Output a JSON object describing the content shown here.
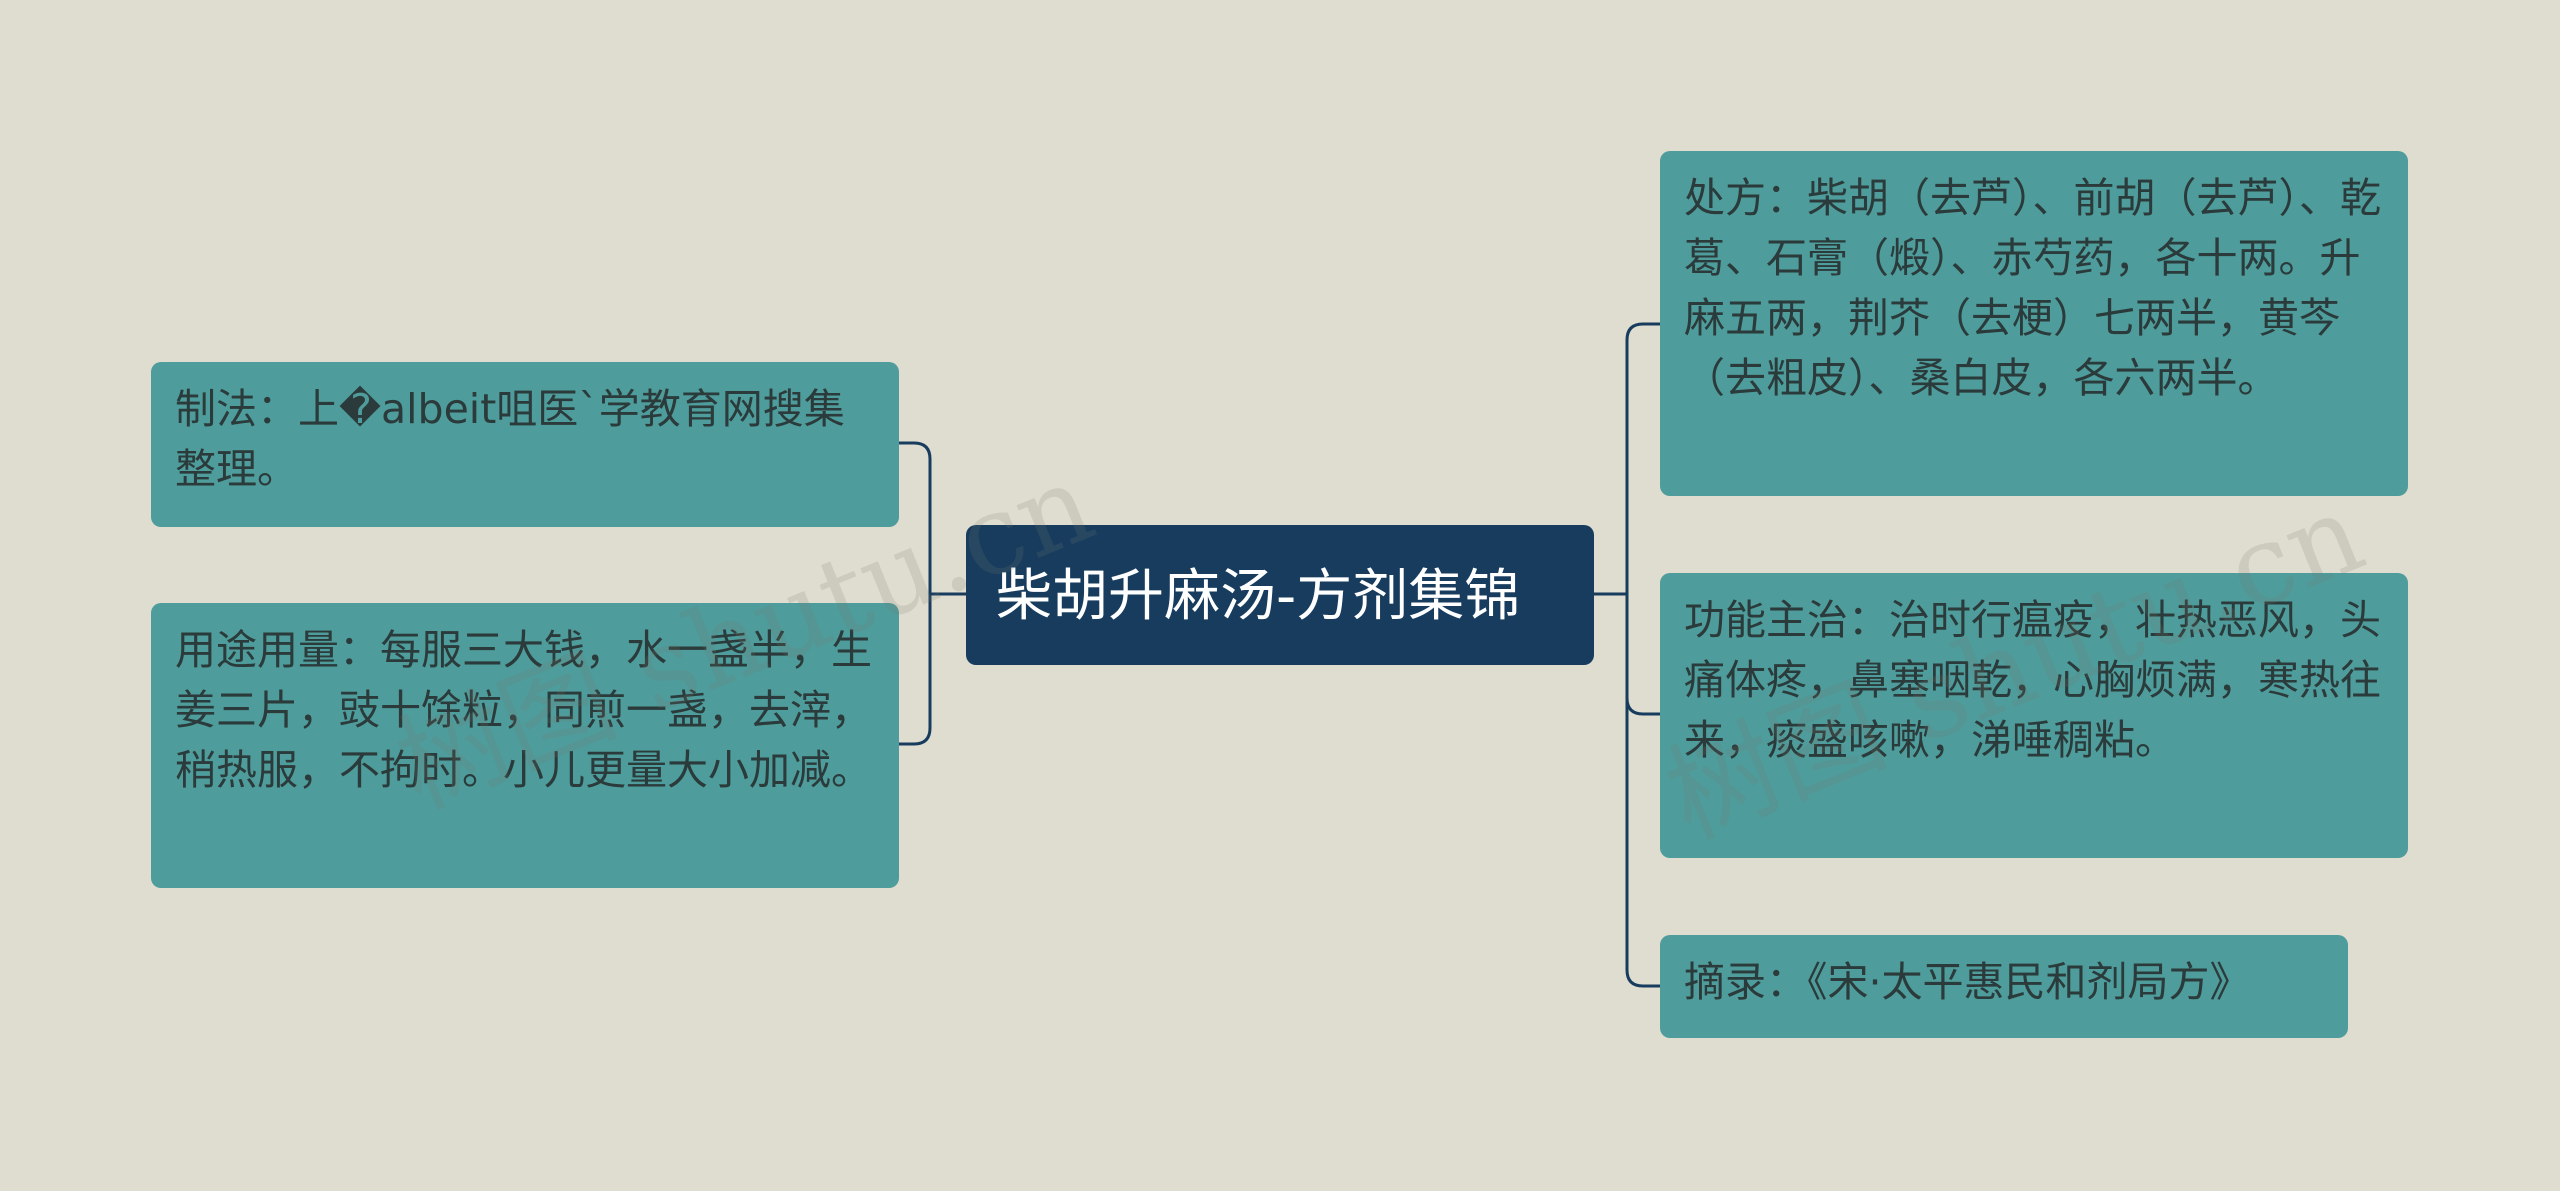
{
  "root": {
    "label": "柴胡升麻汤-方剂集锦"
  },
  "left_nodes": [
    {
      "text": "制法：上�albeit咀医`学教育网搜集整理。"
    },
    {
      "text": "用途用量：每服三大钱，水一盏半，生姜三片，豉十馀粒，同煎一盏，去滓，稍热服，不拘时。小儿更量大小加减。"
    }
  ],
  "right_nodes": [
    {
      "text": "处方：柴胡（去芦）、前胡（去芦）、乾葛、石膏（煅）、赤芍药，各十两。升麻五两，荆芥（去梗）七两半，黄芩（去粗皮）、桑白皮，各六两半。"
    },
    {
      "text": "功能主治：治时行瘟疫，壮热恶风，头痛体疼，鼻塞咽乾，心胸烦满，寒热往来，痰盛咳嗽，涕唾稠粘。"
    },
    {
      "text": "摘录：《宋·太平惠民和剂局方》"
    }
  ],
  "watermarks": [
    "树图 shutu.cn",
    "树图 shutu.cn"
  ],
  "colors": {
    "background": "#dfddcf",
    "root": "#173c5e",
    "node": "#4e9c9b",
    "connector": "#173c5e"
  }
}
